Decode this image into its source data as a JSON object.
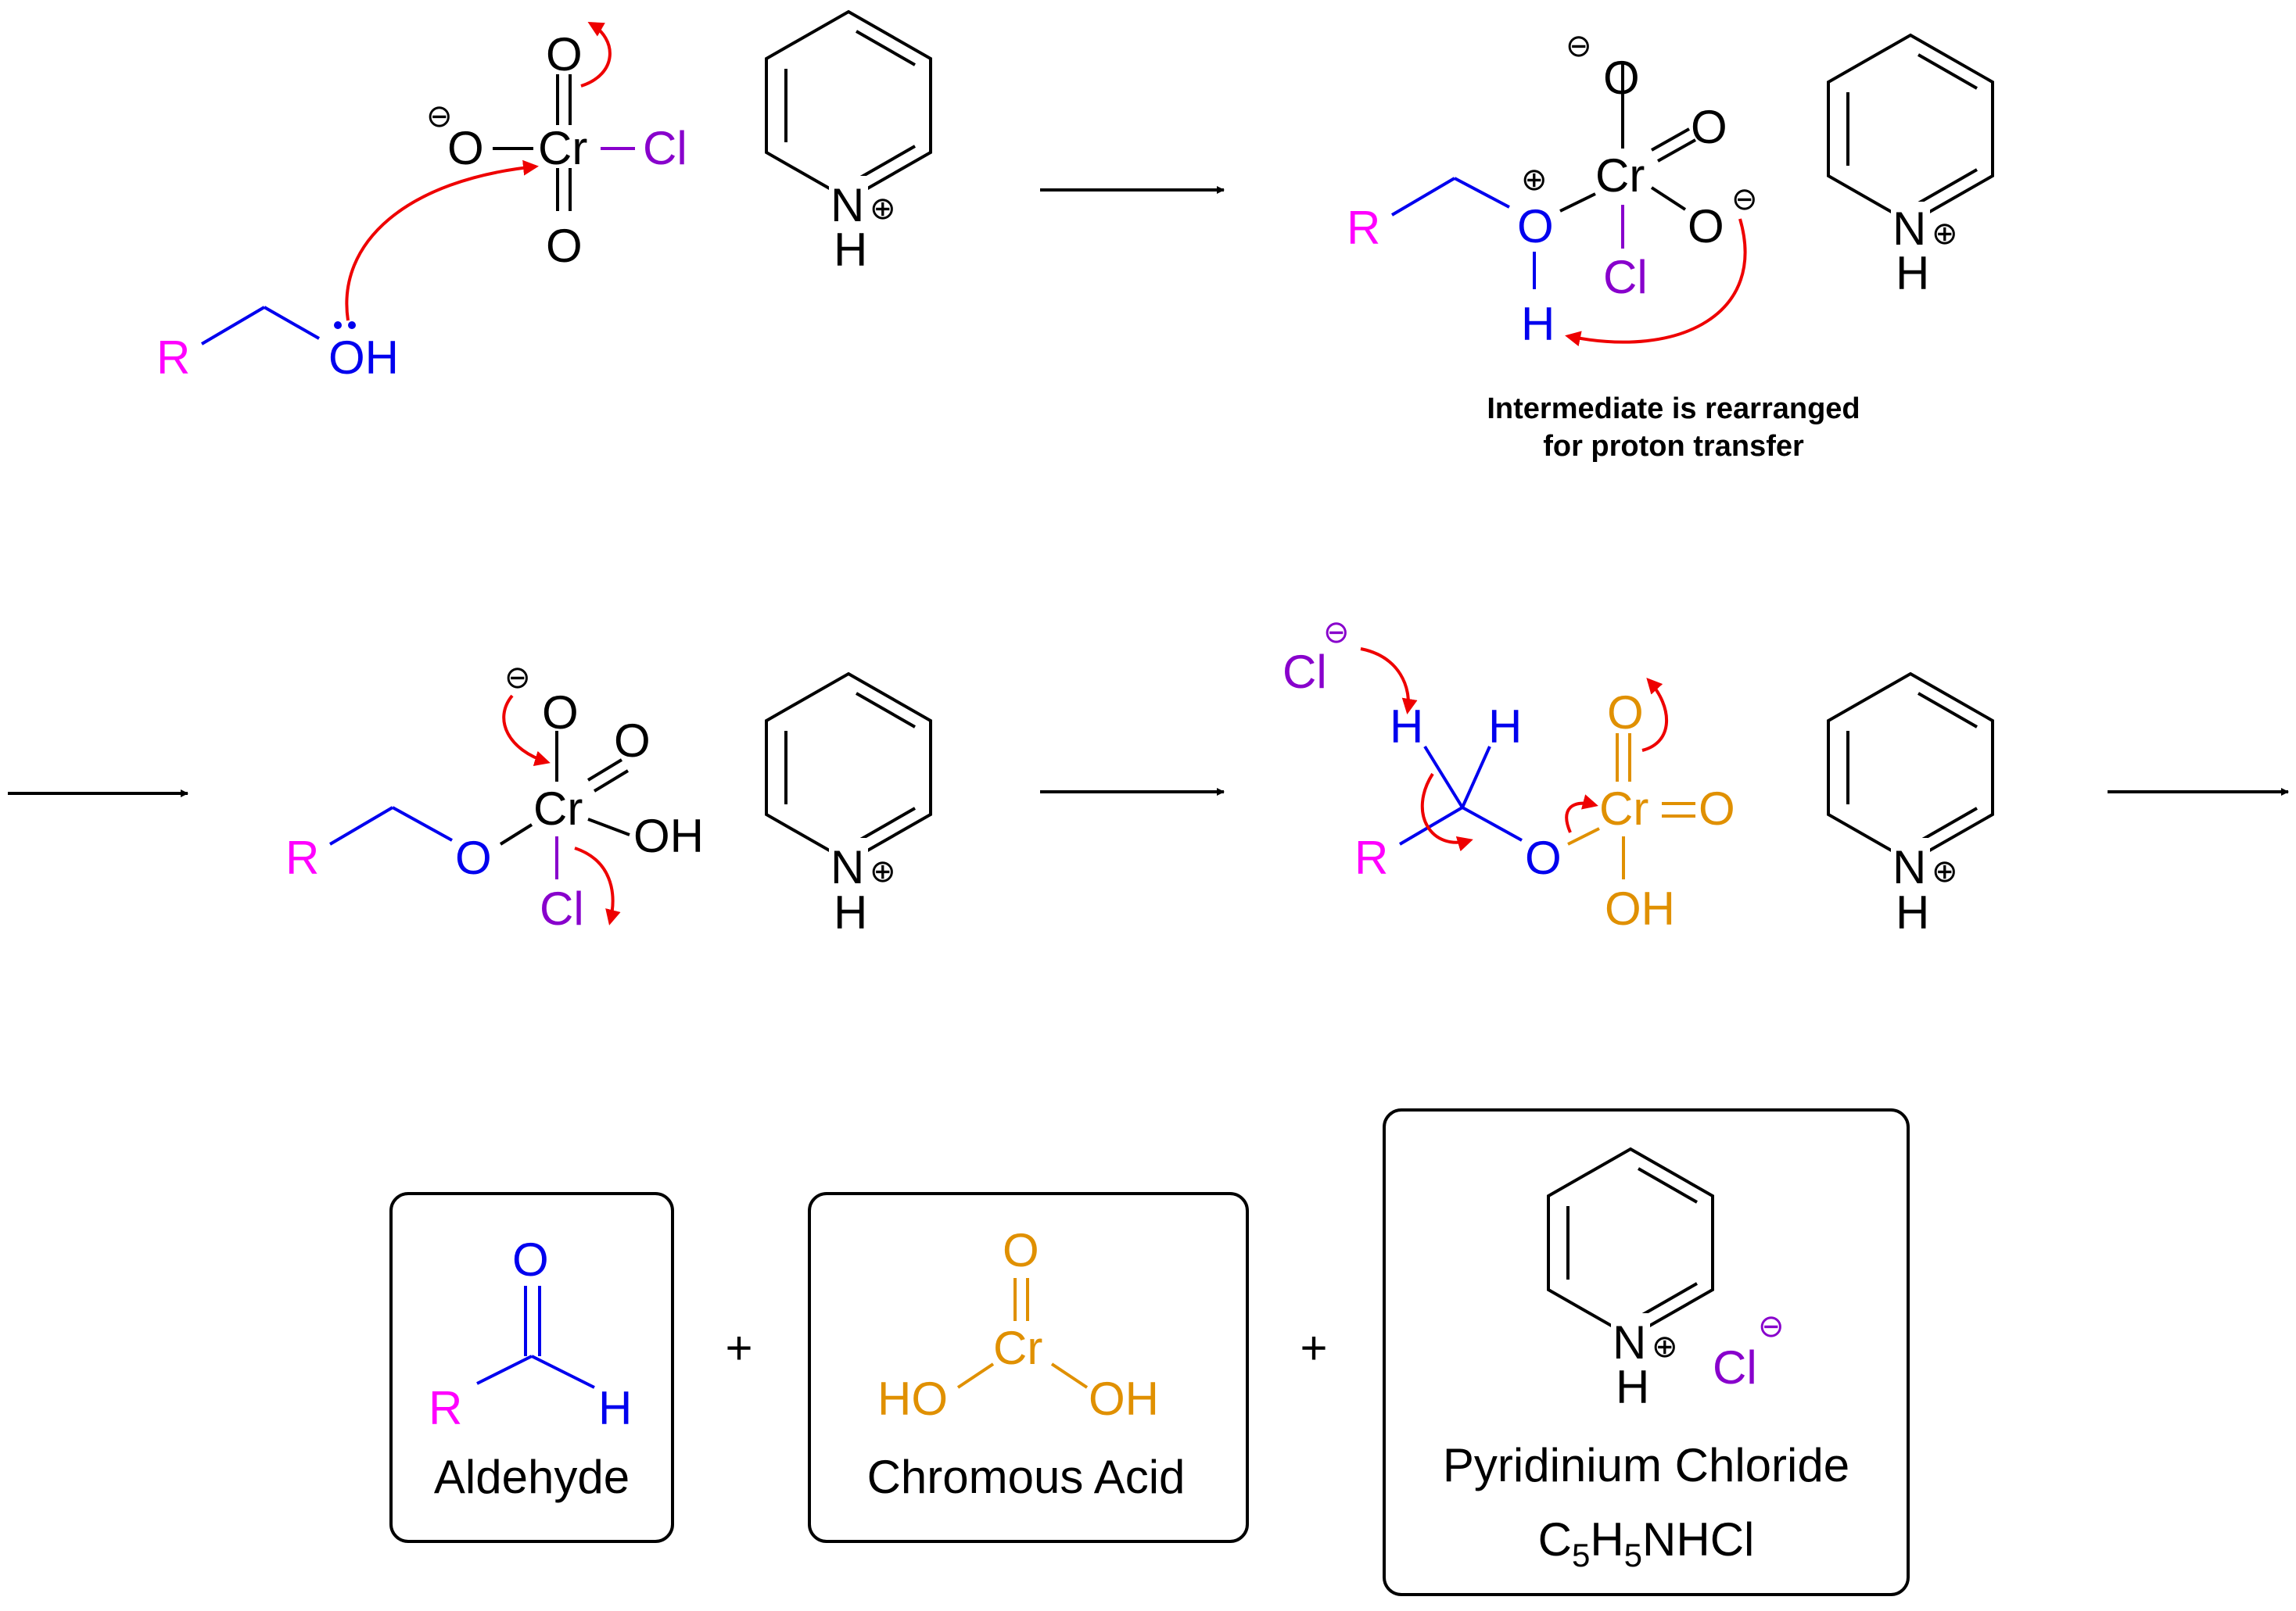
{
  "colors": {
    "alkyl": "#ff00ff",
    "alcohol": "#0000ee",
    "chlorine": "#8800cc",
    "chromous": "#e09000",
    "arrow": "#ee0000",
    "ink": "#000000"
  },
  "atoms": {
    "R": "R",
    "OH": "OH",
    "O": "O",
    "Cr": "Cr",
    "Cl": "Cl",
    "H": "H",
    "N": "N",
    "HO": "HO"
  },
  "charges": {
    "negative": "⊖",
    "positive": "⊕"
  },
  "annotations": {
    "intermediate_line1": "Intermediate is rearranged",
    "intermediate_line2": "for proton transfer"
  },
  "products": {
    "plus": "+",
    "aldehyde_label": "Aldehyde",
    "chromous_label": "Chromous Acid",
    "pyridinium_label": "Pyridinium Chloride",
    "formula": {
      "c": "C",
      "c_sub": "5",
      "h": "H",
      "h_sub": "5",
      "rest": "NHCl"
    }
  }
}
